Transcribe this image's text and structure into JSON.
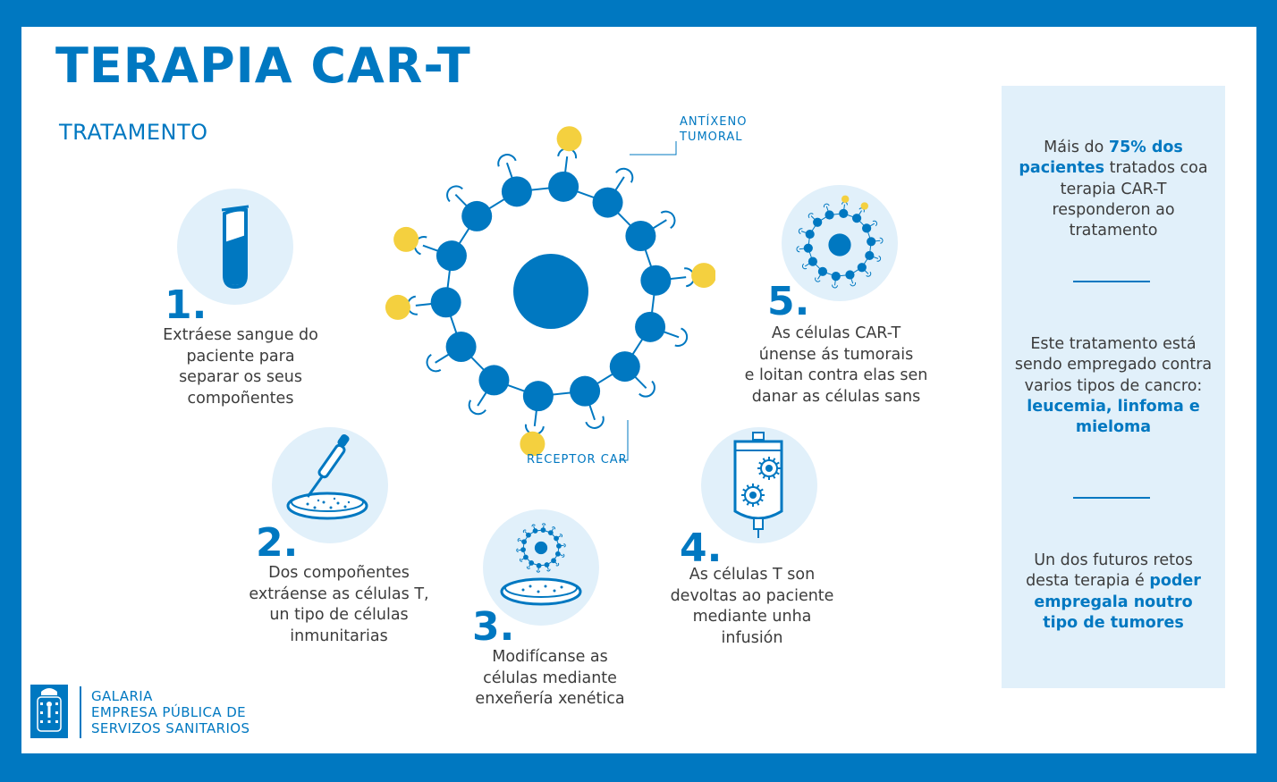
{
  "title": "TERAPIA CAR-T",
  "subtitle": "TRATAMENTO",
  "labels": {
    "antigen_line1": "ANTÍXENO",
    "antigen_line2": "TUMORAL",
    "receptor": "RECEPTOR CAR"
  },
  "steps": [
    {
      "number": "1.",
      "lines": [
        "Extráese sangue do",
        "paciente para",
        "separar os seus",
        "compoñentes"
      ]
    },
    {
      "number": "2.",
      "lines": [
        "Dos compoñentes",
        "extráense as células T,",
        "un tipo de células",
        "inmunitarias"
      ]
    },
    {
      "number": "3.",
      "lines": [
        "Modifícanse as",
        "células mediante",
        "enxeñería xenética"
      ]
    },
    {
      "number": "4.",
      "lines": [
        "As células T son",
        "devoltas ao paciente",
        "mediante unha",
        "infusión"
      ]
    },
    {
      "number": "5.",
      "lines": [
        "As células CAR-T",
        "únense ás tumorais",
        "e loitan contra elas sen",
        "danar as células sans"
      ]
    }
  ],
  "facts": {
    "f1_pre": "Máis do ",
    "f1_bold1": "75% dos",
    "f1_bold2": "pacientes",
    "f1_post": " tratados coa",
    "f1_line3": "terapia CAR-T",
    "f1_line4": "responderon ao",
    "f1_line5": "tratamento",
    "f2_line1": "Este tratamento está",
    "f2_line2": "sendo empregado contra",
    "f2_line3": "varios tipos de cancro:",
    "f2_bold1": "leucemia, linfoma e",
    "f2_bold2": "mieloma",
    "f3_line1": "Un dos futuros retos",
    "f3_pre": "desta terapia é ",
    "f3_bold1": "poder",
    "f3_bold2": "empregala noutro",
    "f3_bold3": "tipo de tumores"
  },
  "logo": {
    "line1": "GALARIA",
    "line2": "EMPRESA PÚBLICA DE",
    "line3": "SERVIZOS SANITARIOS"
  },
  "colors": {
    "primary": "#0078c1",
    "light": "#e1f0fa",
    "antigen": "#f4d03f",
    "text": "#3c3c3c"
  }
}
